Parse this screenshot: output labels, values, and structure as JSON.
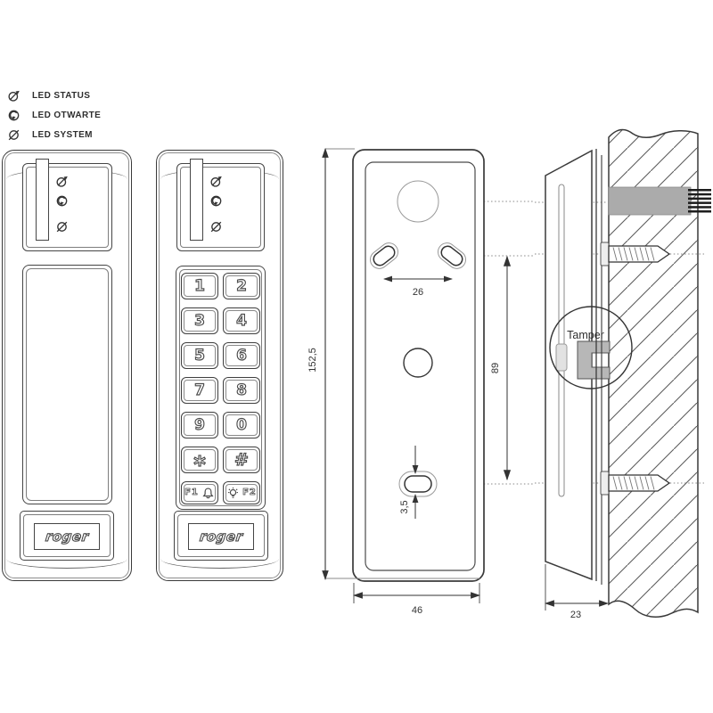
{
  "legend": {
    "items": [
      {
        "icon": "led-status-icon",
        "label": "LED STATUS"
      },
      {
        "icon": "led-otwarte-icon",
        "label": "LED OTWARTE"
      },
      {
        "icon": "led-system-icon",
        "label": "LED SYSTEM"
      }
    ]
  },
  "brand": {
    "logo": "roger"
  },
  "keypad": {
    "keys": [
      "1",
      "2",
      "3",
      "4",
      "5",
      "6",
      "7",
      "8",
      "9",
      "0",
      "*",
      "#"
    ],
    "f1": "F1",
    "f2": "F2"
  },
  "dimensions": {
    "height": "152,5",
    "hole_spacing": "26",
    "hole_vertical": "89",
    "slot_width": "3,5",
    "width": "46",
    "depth": "23"
  },
  "annotations": {
    "tamper": "Tamper"
  },
  "colors": {
    "line": "#3a3a3a",
    "light_line": "#999999",
    "cable": "#ababab"
  }
}
